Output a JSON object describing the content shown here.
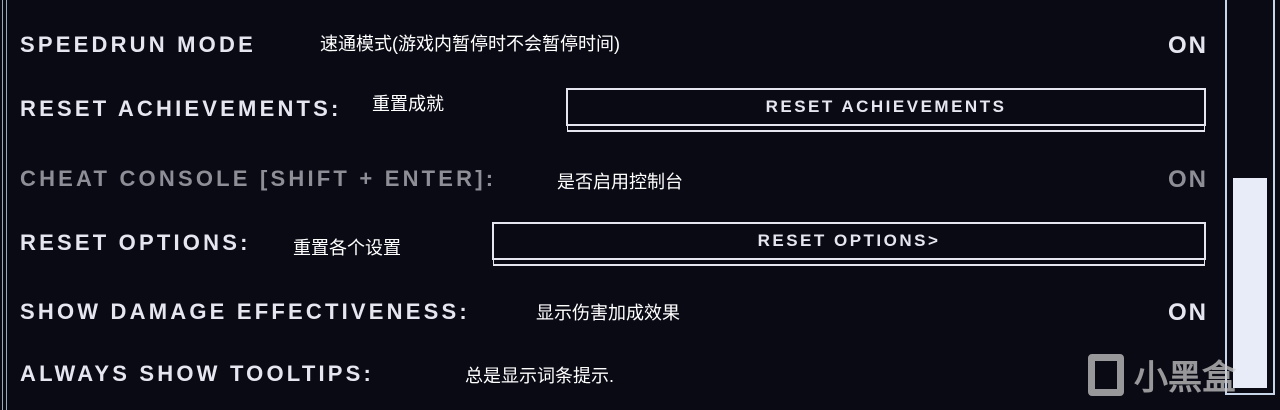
{
  "rows": [
    {
      "label": "SPEEDRUN MODE",
      "note": "速通模式(游戏内暂停时不会暂停时间)",
      "value": "ON"
    },
    {
      "label": "RESET ACHIEVEMENTS:",
      "note": "重置成就",
      "button": "RESET ACHIEVEMENTS"
    },
    {
      "label": "CHEAT CONSOLE [SHIFT + ENTER]:",
      "note": "是否启用控制台",
      "value": "ON"
    },
    {
      "label": "RESET OPTIONS:",
      "note": "重置各个设置",
      "button": "RESET OPTIONS>"
    },
    {
      "label": "SHOW DAMAGE EFFECTIVENESS:",
      "note": "显示伤害加成效果",
      "value": "ON"
    },
    {
      "label": "ALWAYS SHOW TOOLTIPS:",
      "note": "总是显示词条提示."
    }
  ],
  "watermark": "小黑盒"
}
